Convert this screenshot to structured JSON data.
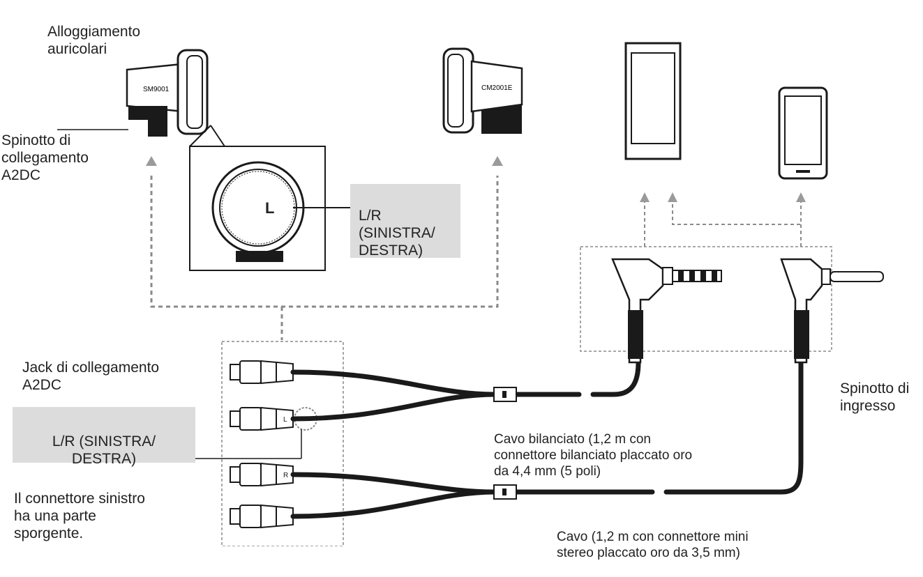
{
  "labels": {
    "earphone_housing": [
      "Alloggiamento",
      "auricolari"
    ],
    "a2dc_plug": [
      "Spinotto di",
      "collegamento",
      "A2DC"
    ],
    "lr_callout_top": [
      "L/R",
      "(SINISTRA/",
      "DESTRA)"
    ],
    "lr_mark": "L",
    "a2dc_jack": [
      "Jack di collegamento",
      "A2DC"
    ],
    "lr_callout_bottom": [
      "L/R (SINISTRA/",
      "DESTRA)"
    ],
    "left_connector_note": [
      "Il connettore sinistro",
      "ha una parte",
      "sporgente."
    ],
    "input_plug": [
      "Spinotto di",
      "ingresso"
    ],
    "balanced_cable": [
      "Cavo bilanciato (1,2 m con",
      "connettore bilanciato placcato oro",
      "da 4,4 mm (5 poli)"
    ],
    "stereo_cable": [
      "Cavo (1,2 m con connettore mini",
      "stereo placcato oro da 3,5 mm)"
    ],
    "housing_print_left": "SM9001",
    "housing_print_right": "CM2001E"
  },
  "colors": {
    "line": "#1a1a1a",
    "arrow": "#9a9a9a",
    "callout_bg": "#dcdcdc",
    "dashed": "#8a8a8a"
  }
}
